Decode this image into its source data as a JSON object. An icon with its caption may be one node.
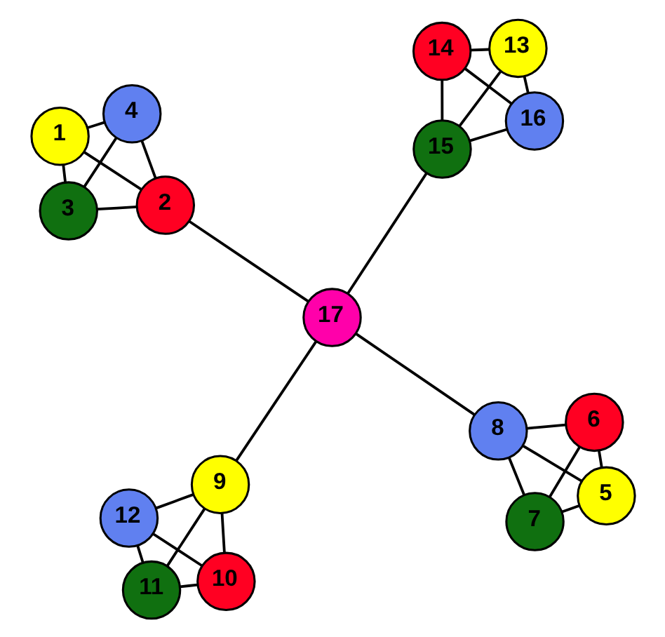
{
  "diagram": {
    "nodes": [
      {
        "text": [
          "1"
        ]
      },
      {
        "text": [
          "2"
        ]
      },
      {
        "text": [
          "3"
        ]
      },
      {
        "text": [
          "4"
        ]
      },
      {
        "text": [
          "5"
        ]
      },
      {
        "text": [
          "6"
        ]
      },
      {
        "text": [
          "7"
        ]
      },
      {
        "text": [
          "8"
        ]
      },
      {
        "text": [
          "9"
        ]
      },
      {
        "text": [
          "10"
        ]
      },
      {
        "text": [
          "11"
        ]
      },
      {
        "text": [
          "12"
        ]
      },
      {
        "text": [
          "13"
        ]
      },
      {
        "text": [
          "14"
        ]
      },
      {
        "text": [
          "15"
        ]
      },
      {
        "text": [
          "16"
        ]
      },
      {
        "text": [
          "17"
        ]
      }
    ],
    "edges": [
      {
        "from": 0,
        "to": 2,
        "arrow": "none"
      },
      {
        "from": 0,
        "to": 3,
        "arrow": "none"
      },
      {
        "from": 0,
        "to": 1,
        "arrow": "none"
      },
      {
        "from": 2,
        "to": 3,
        "arrow": "none"
      },
      {
        "from": 2,
        "to": 1,
        "arrow": "none"
      },
      {
        "from": 3,
        "to": 1,
        "arrow": "none"
      },
      {
        "from": 1,
        "to": 16,
        "arrow": "none"
      },
      {
        "from": 4,
        "to": 5,
        "arrow": "none"
      },
      {
        "from": 4,
        "to": 6,
        "arrow": "none"
      },
      {
        "from": 4,
        "to": 7,
        "arrow": "none"
      },
      {
        "from": 5,
        "to": 6,
        "arrow": "none"
      },
      {
        "from": 5,
        "to": 7,
        "arrow": "none"
      },
      {
        "from": 6,
        "to": 7,
        "arrow": "none"
      },
      {
        "from": 7,
        "to": 16,
        "arrow": "none"
      },
      {
        "from": 8,
        "to": 16,
        "arrow": "none"
      },
      {
        "from": 8,
        "to": 9,
        "arrow": "none"
      },
      {
        "from": 8,
        "to": 11,
        "arrow": "none"
      },
      {
        "from": 8,
        "to": 10,
        "arrow": "none"
      },
      {
        "from": 9,
        "to": 11,
        "arrow": "none"
      },
      {
        "from": 9,
        "to": 10,
        "arrow": "none"
      },
      {
        "from": 11,
        "to": 10,
        "arrow": "none"
      },
      {
        "from": 14,
        "to": 16,
        "arrow": "none"
      },
      {
        "from": 14,
        "to": 15,
        "arrow": "none"
      },
      {
        "from": 14,
        "to": 13,
        "arrow": "none"
      },
      {
        "from": 14,
        "to": 12,
        "arrow": "none"
      },
      {
        "from": 13,
        "to": 15,
        "arrow": "none"
      },
      {
        "from": 13,
        "to": 12,
        "arrow": "none"
      },
      {
        "from": 15,
        "to": 12,
        "arrow": "none"
      }
    ]
  }
}
